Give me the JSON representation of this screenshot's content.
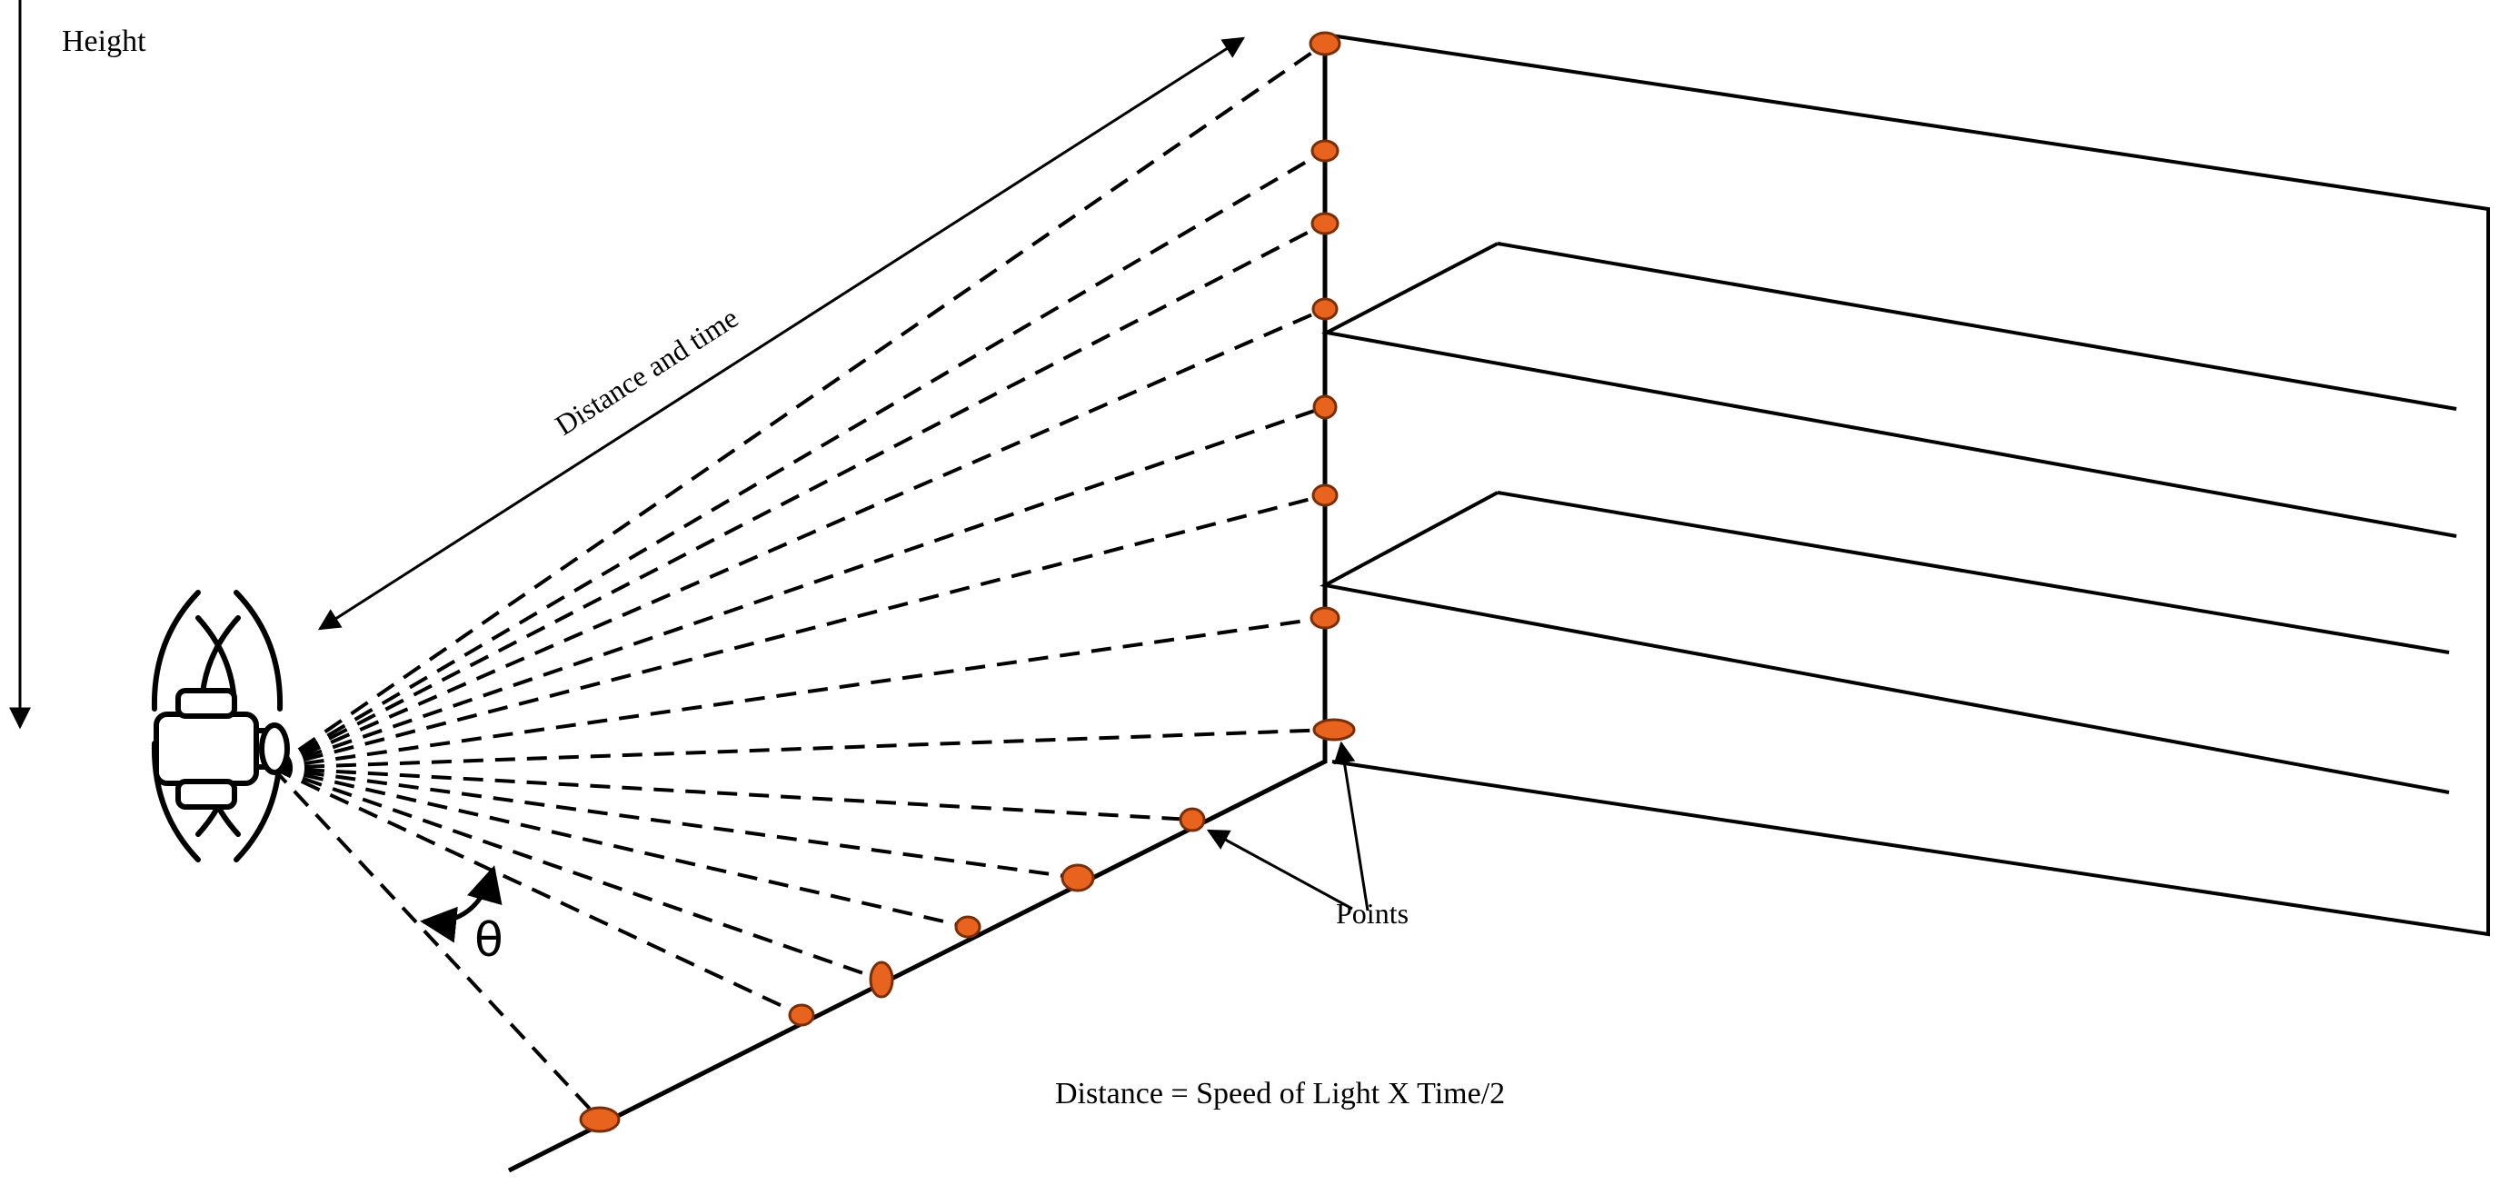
{
  "labels": {
    "height": "Height",
    "distance_and_time": "Distance and time",
    "points": "Points",
    "theta": "θ",
    "formula": "Distance = Speed of Light X Time/2"
  },
  "colors": {
    "line": "#000000",
    "point_fill": "#e8641e",
    "point_stroke": "#7a2e08",
    "background": "#ffffff"
  },
  "icons": {
    "sensor": "lidar-sensor-icon"
  }
}
